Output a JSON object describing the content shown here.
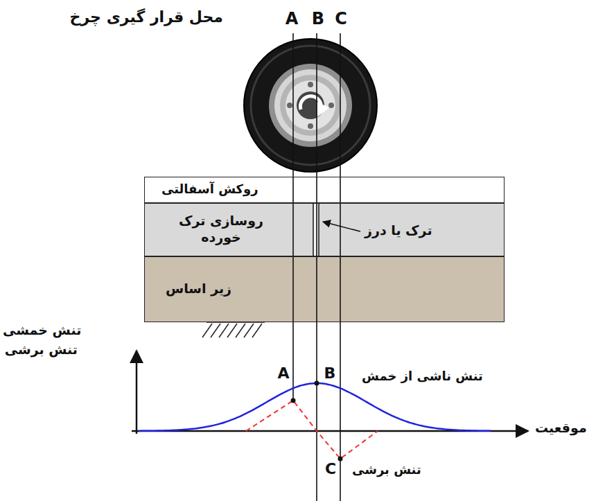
{
  "diagram": {
    "nodes": [
      {
        "text": [
          "روکش آسفالتی"
        ]
      },
      {
        "text": [
          "روسازی ترک خورده"
        ]
      },
      {
        "text": [
          "زیر اساس"
        ]
      }
    ],
    "labels": [
      "محل قرار گیری چرخ",
      "A",
      "B",
      "C",
      "ترک یا درز",
      "تنش خمشی",
      "تنش برشی",
      "موقعیت",
      "A",
      "B",
      "تنش ناشی از خمش",
      "C",
      "تنش برشی"
    ]
  }
}
